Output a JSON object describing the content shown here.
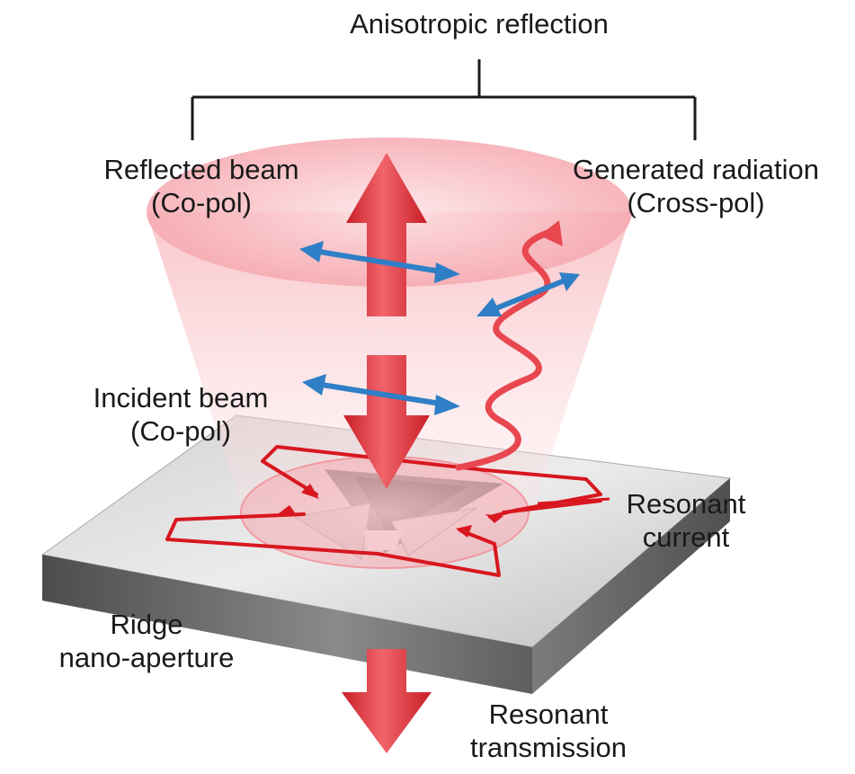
{
  "title": "Anisotropic reflection",
  "labels": {
    "reflected_beam": {
      "line1": "Reflected beam",
      "line2": "(Co-pol)"
    },
    "generated_radiation": {
      "line1": "Generated radiation",
      "line2": "(Cross-pol)"
    },
    "incident_beam": {
      "line1": "Incident beam",
      "line2": "(Co-pol)"
    },
    "resonant_current": {
      "line1": "Resonant",
      "line2": "current"
    },
    "ridge_aperture": {
      "line1": "Ridge",
      "line2": "nano-aperture"
    },
    "resonant_transmission": {
      "line1": "Resonant",
      "line2": "transmission"
    }
  },
  "colors": {
    "beam_arrow": "#e8474f",
    "polarization_arrow": "#2f7fc6",
    "cone": "#f6b7bd",
    "current": "#d8171f",
    "plate_top": "#c9c9c9",
    "plate_side": "#6a6a6a"
  }
}
